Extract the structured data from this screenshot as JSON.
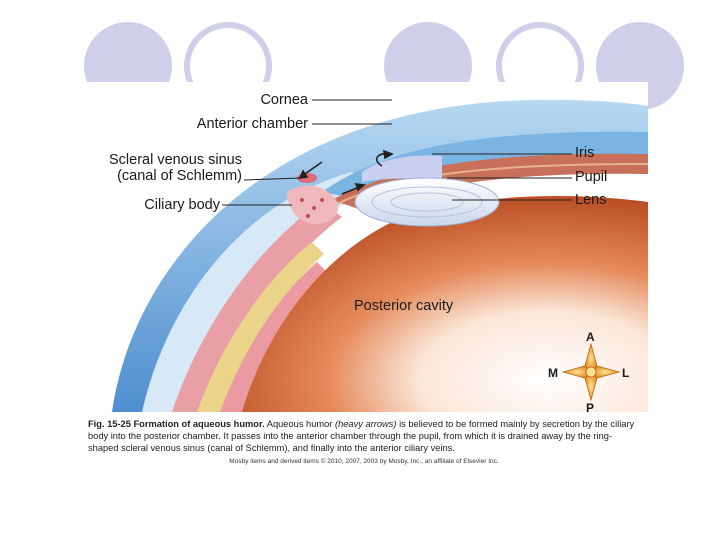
{
  "labels": {
    "cornea": "Cornea",
    "anterior_chamber": "Anterior chamber",
    "scleral_sinus_line1": "Scleral venous sinus",
    "scleral_sinus_line2": "(canal of Schlemm)",
    "ciliary_body": "Ciliary body",
    "iris": "Iris",
    "pupil": "Pupil",
    "lens": "Lens",
    "posterior_cavity": "Posterior cavity"
  },
  "compass": {
    "north": "A",
    "south": "P",
    "west": "M",
    "east": "L"
  },
  "caption": {
    "fig_label": "Fig. 15-25",
    "title": "Formation of aqueous humor.",
    "text_1": "Aqueous humor",
    "italic_part": "(heavy arrows)",
    "text_2": "is believed to be formed mainly by secretion by the ciliary body into the posterior chamber. It passes into the anterior chamber through the pupil, from which it is drained away by the ring-shaped scleral venous sinus (canal of Schlemm), and finally into the anterior ciliary veins.",
    "credit": "Mosby items and derived items © 2010, 2007, 2003 by Mosby, Inc., an affiliate of Elsevier Inc."
  },
  "colors": {
    "decor": "#cfcfea",
    "cornea": "#7fb7e6",
    "sclera": "#d7e9f7",
    "choroid": "#e8a0a6",
    "retina": "#e9d48a",
    "posterior_cavity": "#c8501f",
    "lens": "#e7ecf4"
  }
}
